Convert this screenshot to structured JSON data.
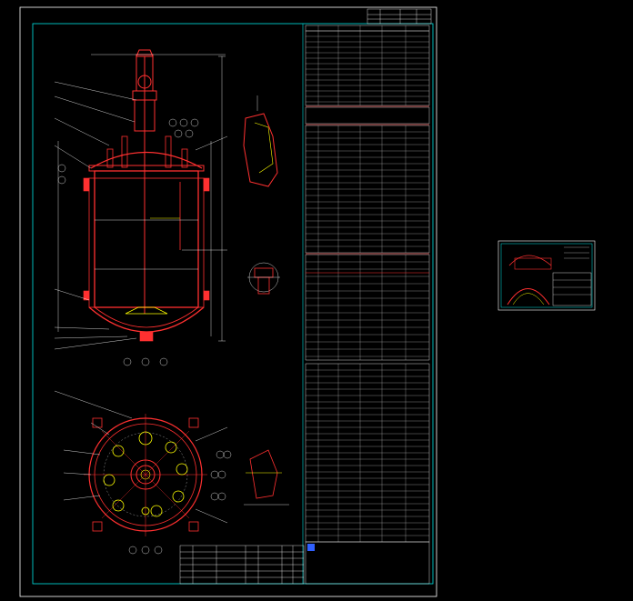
{
  "colors": {
    "background": "#000000",
    "frame": "#ffffff",
    "inner_frame": "#00e5e5",
    "vessel": "#ff2020",
    "annotation": "#ffffff",
    "tables": "#ffffff",
    "accent_lines": "#ff3030",
    "highlight": "#ffff00",
    "title_block_logo": "#3060ff"
  },
  "drawing": {
    "views": [
      "elevation-view",
      "plan-view",
      "detail-a",
      "detail-b",
      "detail-c",
      "sheet-thumbnail"
    ],
    "icons": [
      "agitator-motor-icon",
      "nozzle-icon",
      "support-lug-icon",
      "logo-icon"
    ]
  },
  "thumbnail": {
    "visible": true
  }
}
